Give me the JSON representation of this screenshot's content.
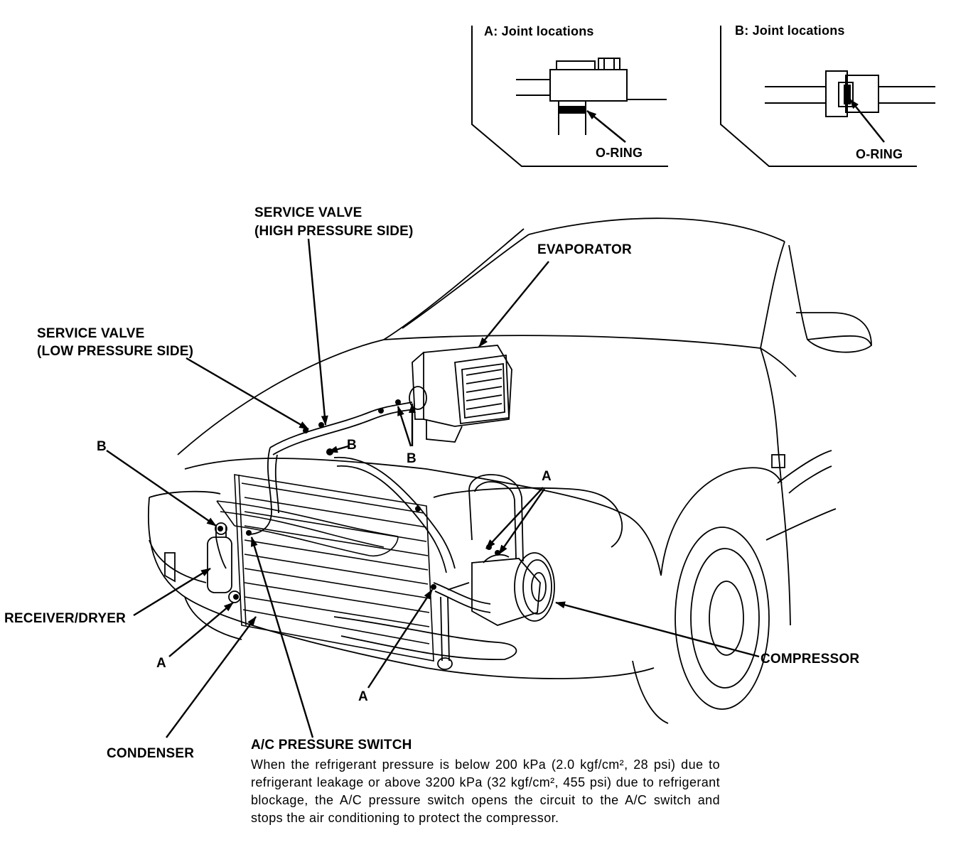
{
  "inset_a": {
    "title": "A: Joint locations",
    "callout": "O-RING"
  },
  "inset_b": {
    "title": "B: Joint locations",
    "callout": "O-RING"
  },
  "labels": {
    "service_valve_high_line1": "SERVICE VALVE",
    "service_valve_high_line2": "(HIGH PRESSURE SIDE)",
    "evaporator": "EVAPORATOR",
    "service_valve_low_line1": "SERVICE VALVE",
    "service_valve_low_line2": "(LOW PRESSURE SIDE)",
    "joint_b_left": "B",
    "joint_b_mid": "B",
    "joint_b_evap": "B",
    "joint_a_upper": "A",
    "receiver_dryer": "RECEIVER/DRYER",
    "joint_a_left": "A",
    "joint_a_lower": "A",
    "compressor": "COMPRESSOR",
    "condenser": "CONDENSER",
    "ac_pressure_switch": "A/C PRESSURE SWITCH"
  },
  "note": {
    "text": "When the refrigerant pressure is below 200 kPa (2.0 kgf/cm², 28 psi) due to refrigerant leakage or above 3200 kPa (32 kgf/cm², 455 psi) due to refrigerant blockage, the A/C pressure switch opens the circuit to the A/C switch and stops the air conditioning to protect the compressor."
  }
}
